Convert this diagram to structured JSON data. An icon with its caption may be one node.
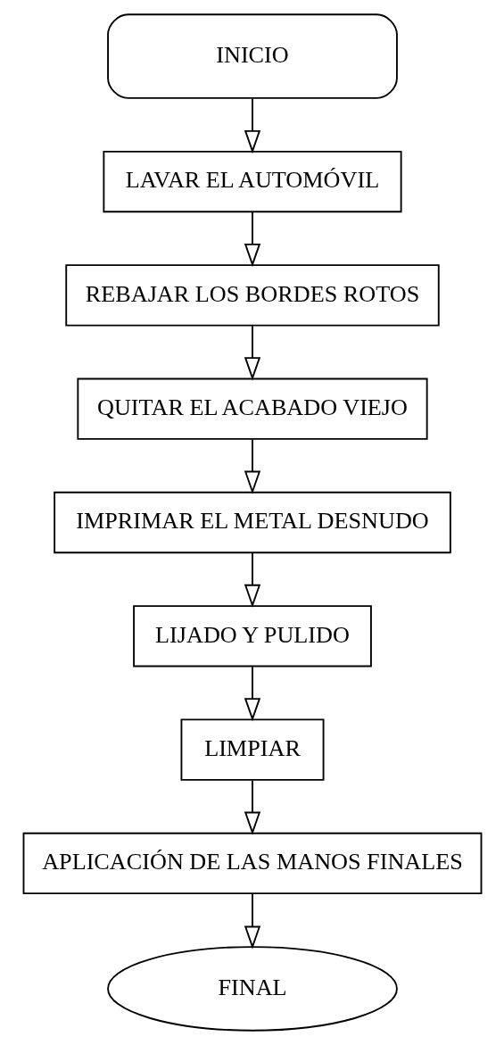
{
  "diagram": {
    "nodes": [
      {
        "text": [
          "INICIO"
        ]
      },
      {
        "text": [
          "LAVAR EL AUTOMÓVIL"
        ]
      },
      {
        "text": [
          "REBAJAR LOS BORDES ROTOS"
        ]
      },
      {
        "text": [
          "QUITAR EL ACABADO VIEJO"
        ]
      },
      {
        "text": [
          "IMPRIMAR EL METAL DESNUDO"
        ]
      },
      {
        "text": [
          "LIJADO Y PULIDO"
        ]
      },
      {
        "text": [
          "LIMPIAR"
        ]
      },
      {
        "text": [
          "APLICACIÓN DE LAS MANOS FINALES"
        ]
      },
      {
        "text": [
          "FINAL"
        ]
      }
    ],
    "edges": [
      {
        "from": 0,
        "to": 1,
        "arrow": "to"
      },
      {
        "from": 1,
        "to": 2,
        "arrow": "to"
      },
      {
        "from": 2,
        "to": 3,
        "arrow": "to"
      },
      {
        "from": 3,
        "to": 4,
        "arrow": "to"
      },
      {
        "from": 4,
        "to": 5,
        "arrow": "to"
      },
      {
        "from": 5,
        "to": 6,
        "arrow": "to"
      },
      {
        "from": 6,
        "to": 7,
        "arrow": "to"
      },
      {
        "from": 7,
        "to": 8,
        "arrow": "to"
      }
    ]
  }
}
